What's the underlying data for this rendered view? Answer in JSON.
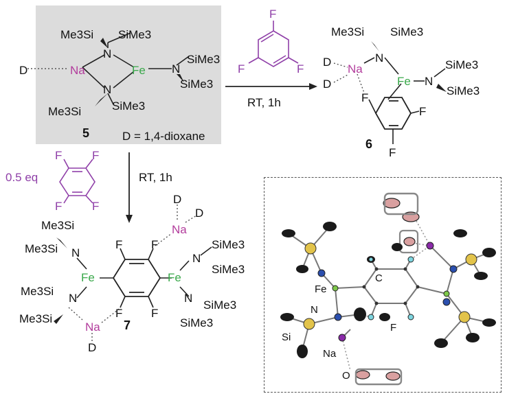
{
  "compound5": {
    "number": "5",
    "solvent_def": "D = 1,4-dioxane",
    "tms_tl": "Me3Si",
    "tms_tr": "SiMe3",
    "tms_bl": "Me3Si",
    "tms_br": "SiMe3",
    "tms_r1": "SiMe3",
    "tms_r2": "SiMe3",
    "n": "N",
    "fe": "Fe",
    "na": "Na",
    "d": "D"
  },
  "reagent_top": {
    "f": "F",
    "conditions": "RT, 1h"
  },
  "compound6": {
    "number": "6",
    "tms_tl": "Me3Si",
    "tms_tr": "SiMe3",
    "tms_r1": "SiMe3",
    "tms_r2": "SiMe3",
    "n": "N",
    "fe": "Fe",
    "na": "Na",
    "d": "D",
    "f": "F"
  },
  "reagent_side": {
    "amount": "0.5 eq",
    "f": "F",
    "conditions": "RT, 1h"
  },
  "compound7": {
    "number": "7",
    "tms_a": "Me3Si",
    "tms_b": "Me3Si",
    "tms_c": "Me3Si",
    "tms_d": "Me3Si",
    "tms_e": "SiMe3",
    "tms_f": "SiMe3",
    "tms_g": "SiMe3",
    "tms_h": "SiMe3",
    "n": "N",
    "fe": "Fe",
    "na": "Na",
    "d": "D",
    "f": "F"
  },
  "crystal": {
    "fe": "Fe",
    "n": "N",
    "c": "C",
    "f": "F",
    "si": "Si",
    "na": "Na",
    "o": "O"
  }
}
